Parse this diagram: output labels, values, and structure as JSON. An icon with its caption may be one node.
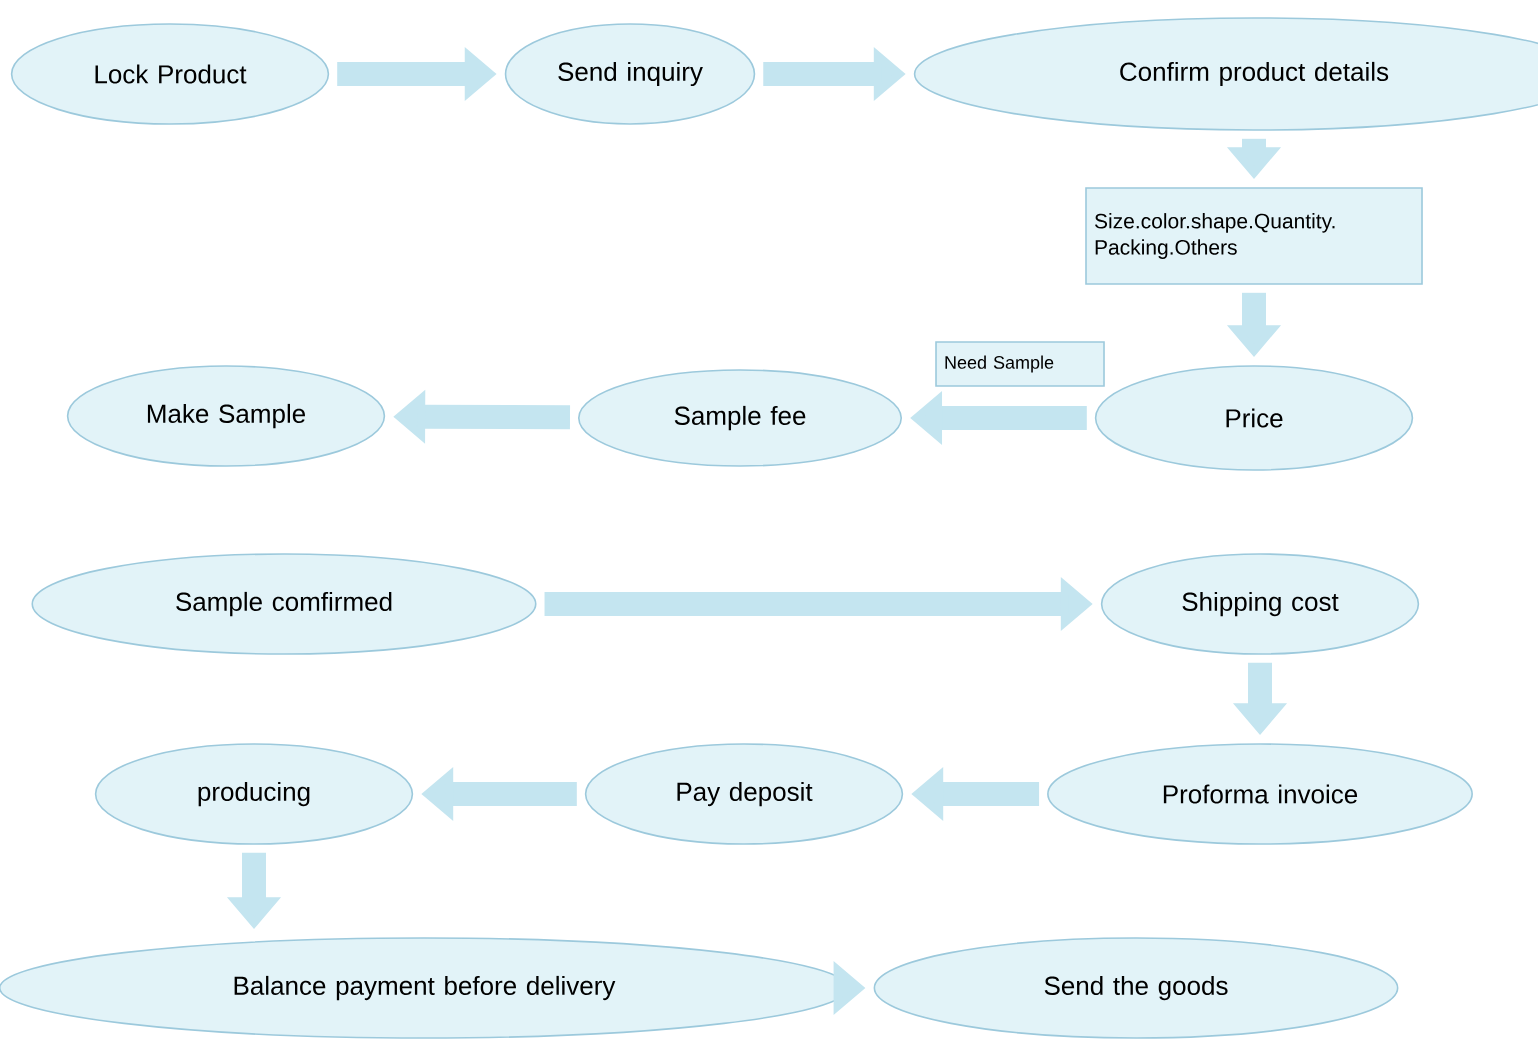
{
  "diagram": {
    "nodes": [
      {
        "text": [
          "Lock Product"
        ]
      },
      {
        "text": [
          "Send inquiry"
        ]
      },
      {
        "text": [
          "Confirm product details"
        ]
      },
      {
        "text": [
          "Size.color.shape.Quantity. Packing.Others"
        ]
      },
      {
        "text": [
          "Price"
        ]
      },
      {
        "text": [
          "Need Sample"
        ]
      },
      {
        "text": [
          "Sample fee"
        ]
      },
      {
        "text": [
          "Make Sample"
        ]
      },
      {
        "text": [
          "Sample comfirmed"
        ]
      },
      {
        "text": [
          "Shipping cost"
        ]
      },
      {
        "text": [
          "Proforma invoice"
        ]
      },
      {
        "text": [
          "Pay deposit"
        ]
      },
      {
        "text": [
          "producing"
        ]
      },
      {
        "text": [
          "Balance payment before delivery"
        ]
      },
      {
        "text": [
          "Send the goods"
        ]
      }
    ],
    "edges": [
      {
        "from": 0,
        "to": 1,
        "arrow": "to"
      },
      {
        "from": 1,
        "to": 2,
        "arrow": "to"
      },
      {
        "from": 2,
        "to": 3,
        "arrow": "to"
      },
      {
        "from": 3,
        "to": 4,
        "arrow": "to"
      },
      {
        "from": 4,
        "to": 6,
        "arrow": "to"
      },
      {
        "from": 6,
        "to": 7,
        "arrow": "to"
      },
      {
        "from": 8,
        "to": 9,
        "arrow": "to"
      },
      {
        "from": 9,
        "to": 10,
        "arrow": "to"
      },
      {
        "from": 10,
        "to": 11,
        "arrow": "to"
      },
      {
        "from": 11,
        "to": 12,
        "arrow": "to"
      },
      {
        "from": 12,
        "to": 13,
        "arrow": "to"
      },
      {
        "from": 13,
        "to": 14,
        "arrow": "to"
      }
    ]
  }
}
